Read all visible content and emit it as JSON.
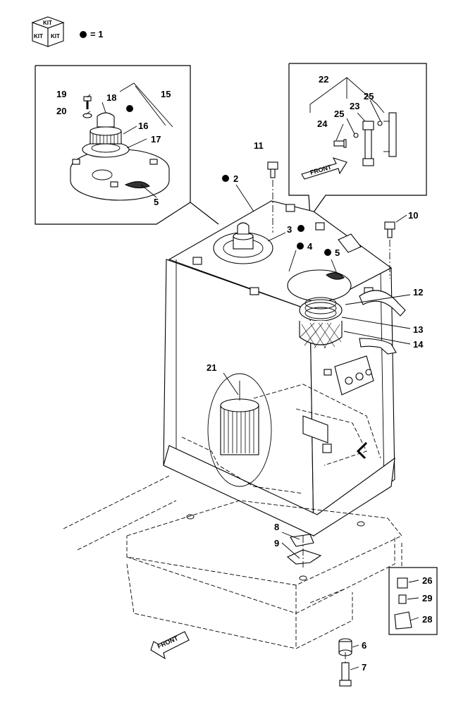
{
  "legend": {
    "kit_text": "KIT",
    "equals_text": "= 1"
  },
  "front_text": "FRONT",
  "callouts": [
    {
      "label": "2",
      "bullet": true
    },
    {
      "label": "3",
      "bullet": true
    },
    {
      "label": "4",
      "bullet": true
    },
    {
      "label": "5",
      "bullet": true
    },
    {
      "label": "5",
      "bullet": false
    },
    {
      "label": "6",
      "bullet": false
    },
    {
      "label": "7",
      "bullet": false
    },
    {
      "label": "8",
      "bullet": false
    },
    {
      "label": "9",
      "bullet": false
    },
    {
      "label": "10",
      "bullet": false
    },
    {
      "label": "11",
      "bullet": false
    },
    {
      "label": "12",
      "bullet": false
    },
    {
      "label": "13",
      "bullet": false
    },
    {
      "label": "14",
      "bullet": false
    },
    {
      "label": "15",
      "bullet": false
    },
    {
      "label": "16",
      "bullet": false
    },
    {
      "label": "17",
      "bullet": false
    },
    {
      "label": "18",
      "bullet": true
    },
    {
      "label": "19",
      "bullet": false
    },
    {
      "label": "20",
      "bullet": false
    },
    {
      "label": "21",
      "bullet": false
    },
    {
      "label": "22",
      "bullet": false
    },
    {
      "label": "23",
      "bullet": false
    },
    {
      "label": "24",
      "bullet": false
    },
    {
      "label": "25",
      "bullet": false
    },
    {
      "label": "25",
      "bullet": false
    },
    {
      "label": "26",
      "bullet": false
    },
    {
      "label": "28",
      "bullet": false
    },
    {
      "label": "29",
      "bullet": false
    }
  ]
}
